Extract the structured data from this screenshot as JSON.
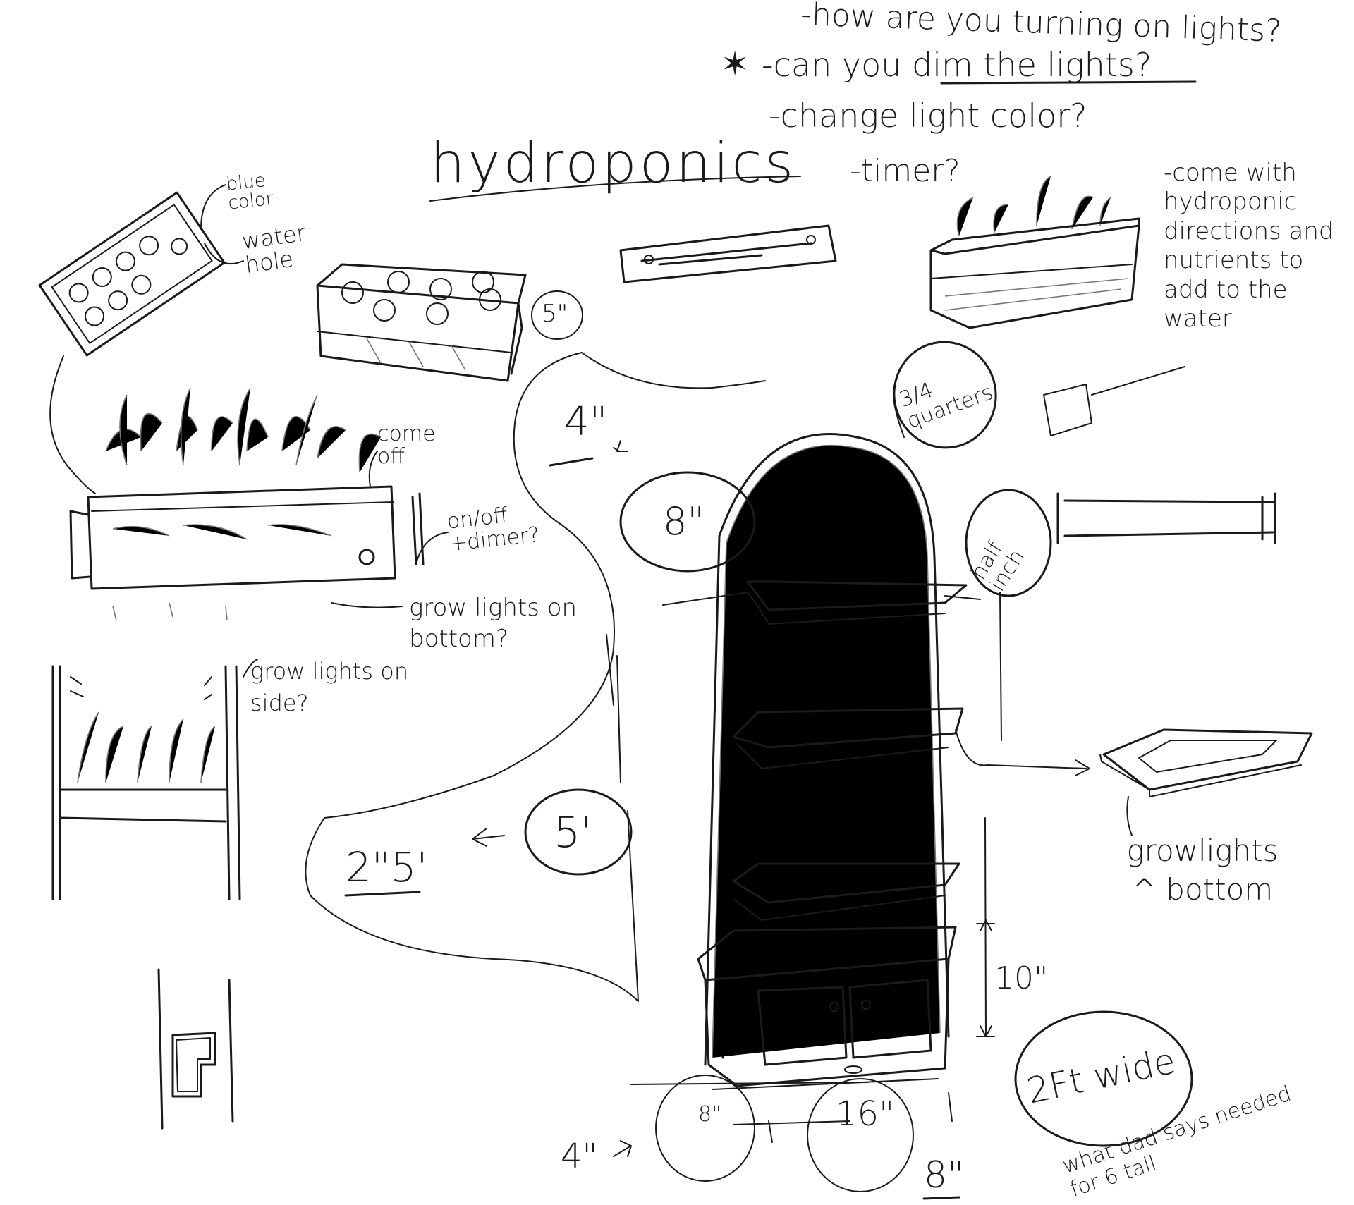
{
  "title": "hydroponics",
  "questions": [
    "-how are you turning on lights?",
    "-can you dim the lights?",
    "-change light color?",
    "-timer?"
  ],
  "star_mark": "✶",
  "labels": {
    "blue_color": "blue color",
    "water_hole": "water hole",
    "five_inch": "5\"",
    "come_off": "come off",
    "on_off_dimmer": "on/off +dimer?",
    "grow_lights_bottom_q": "grow lights on bottom?",
    "grow_lights_side_q": "grow lights on side?",
    "four_inch": "4\"",
    "eight_inch": "8\"",
    "three_quarters": "3/4 quarters",
    "half_inch": "half inch",
    "five_ft": "5'",
    "two_five": "2\"5'",
    "ten_inch": "10\"",
    "eight_small": "8\"",
    "sixteen_inch": "16\"",
    "four_inch_bottom": "4\"",
    "eight_bottom": "8\"",
    "two_ft_wide": "2Ft wide",
    "what_dad_says": "what dad says needed for 6 tall",
    "come_with": "-come with hydroponic directions and nutrients to add to the water",
    "grow_lights_bottom_right": "growlights ^ bottom"
  }
}
